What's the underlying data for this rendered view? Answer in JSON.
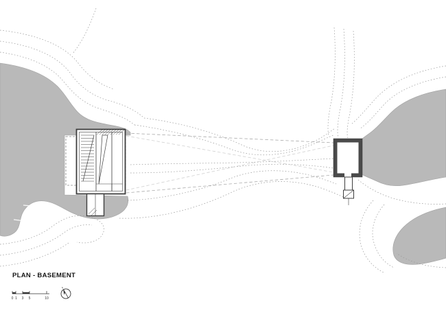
{
  "title": {
    "label": "PLAN - BASEMENT"
  },
  "scale_bar": {
    "labels": [
      "0",
      "1",
      "3",
      "5",
      "10"
    ]
  },
  "north_arrow": {
    "icon": "compass-north-circle"
  },
  "colors": {
    "background": "#ffffff",
    "land_fill": "#b9b9b9",
    "wall_line": "#3d3d3d",
    "contour_line": "#999999",
    "text": "#151515"
  }
}
